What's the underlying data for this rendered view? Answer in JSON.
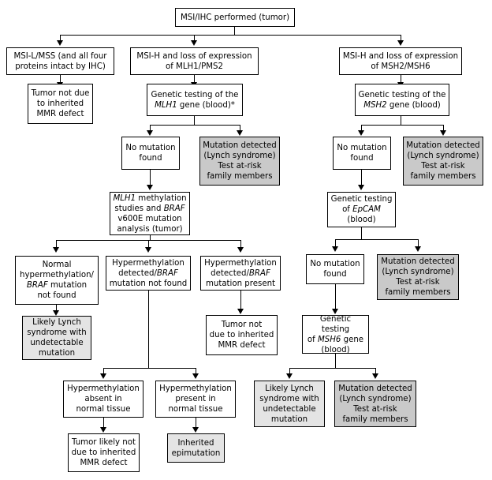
{
  "diagram": {
    "title": "Lynch syndrome MSI/IHC testing algorithm",
    "colors": {
      "outcome_fill": "#c9c9c9",
      "likely_fill": "#e4e4e4",
      "stroke": "#000000",
      "background": "#ffffff"
    },
    "nodes": {
      "root": "MSI/IHC performed (tumor)",
      "msi_l_mss": "MSI-L/MSS (and all four\nproteins intact by IHC)",
      "tumor_not_due_1": "Tumor not due\nto inherited\nMMR defect",
      "msi_h_mlh1": "MSI-H and loss of expression\nof MLH1/PMS2",
      "genetic_mlh1": "Genetic testing of the\nMLH1 gene (blood)*",
      "genetic_mlh1_plain": "Genetic testing of the",
      "genetic_mlh1_gene": "MLH1",
      "genetic_mlh1_tail": " gene (blood)*",
      "no_mutation_mlh1": "No mutation\nfound",
      "mutation_detected_mlh1": "Mutation detected\n(Lynch syndrome)\nTest at-risk\nfamily members",
      "mlh1_methylation_l1": "MLH1",
      "mlh1_methylation_l1b": " methylation",
      "mlh1_methylation_l2a": "studies and ",
      "mlh1_methylation_l2b": "BRAF",
      "mlh1_methylation_l3": "v600E mutation",
      "mlh1_methylation_l4": "analysis (tumor)",
      "normal_hyper_l1": "Normal",
      "normal_hyper_l2": "hypermethylation/",
      "normal_hyper_l3a": "BRAF",
      "normal_hyper_l3b": " mutation",
      "normal_hyper_l4": "not found",
      "likely_lynch_1": "Likely Lynch\nsyndrome with\nundetectable\nmutation",
      "hyper_detected_notfound_l1": "Hypermethylation",
      "hyper_detected_notfound_l2a": "detected/",
      "hyper_detected_notfound_l2b": "BRAF",
      "hyper_detected_notfound_l3": "mutation not found",
      "hyper_detected_present_l1": "Hypermethylation",
      "hyper_detected_present_l2a": "detected/",
      "hyper_detected_present_l2b": "BRAF",
      "hyper_detected_present_l3": "mutation present",
      "tumor_not_due_2": "Tumor not\ndue to inherited\nMMR defect",
      "hyper_absent_normal": "Hypermethylation\nabsent in\nnormal tissue",
      "hyper_present_normal": "Hypermethylation\npresent in\nnormal tissue",
      "tumor_likely_not": "Tumor likely not\ndue to inherited\nMMR defect",
      "inherited_epimutation": "Inherited\nepimutation",
      "msi_h_msh2": "MSI-H and loss of expression\nof MSH2/MSH6",
      "genetic_msh2_plain": "Genetic testing of the",
      "genetic_msh2_gene": "MSH2",
      "genetic_msh2_tail": " gene (blood)",
      "no_mutation_msh2": "No mutation\nfound",
      "mutation_detected_msh2": "Mutation detected\n(Lynch syndrome)\nTest at-risk\nfamily members",
      "genetic_epcam_l1": "Genetic testing",
      "genetic_epcam_l2a": "of ",
      "genetic_epcam_l2b": "EpCAM",
      "genetic_epcam_l3": "(blood)",
      "no_mutation_epcam": "No mutation\nfound",
      "mutation_detected_epcam": "Mutation detected\n(Lynch syndrome)\nTest at-risk\nfamily members",
      "genetic_msh6_l1": "Genetic testing",
      "genetic_msh6_l2a": "of ",
      "genetic_msh6_l2b": "MSH6",
      "genetic_msh6_l2c": " gene",
      "genetic_msh6_l3": "(blood)",
      "likely_lynch_2": "Likely Lynch\nsyndrome with\nundetectable\nmutation",
      "mutation_detected_msh6": "Mutation detected\n(Lynch syndrome)\nTest at-risk\nfamily members"
    }
  }
}
